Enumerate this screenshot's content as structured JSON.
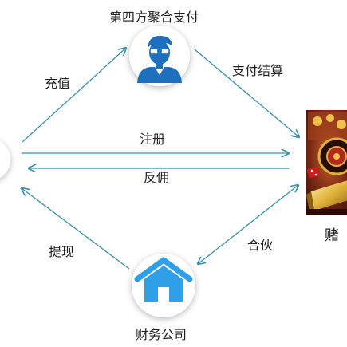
{
  "nodes": {
    "top": {
      "label": "第四方聚合支付",
      "icon": "person-with-glasses-icon"
    },
    "bottom": {
      "label": "财务公司",
      "icon": "house-icon"
    },
    "right": {
      "label": "赌",
      "icon": "casino-chips-roulette-icon"
    },
    "left": {
      "icon": "circle-node-icon"
    }
  },
  "edges": {
    "left_to_top": "充值",
    "top_to_right": "支付结算",
    "left_to_right": "注册",
    "right_to_left": "反佣",
    "bottom_to_left": "提现",
    "right_bottom": "合伙"
  },
  "colors": {
    "arrow": "#3a8fa8",
    "person_blue": "#1f6fbf",
    "house_blue": "#2fa0e8",
    "node_fill": "#ffffff"
  }
}
